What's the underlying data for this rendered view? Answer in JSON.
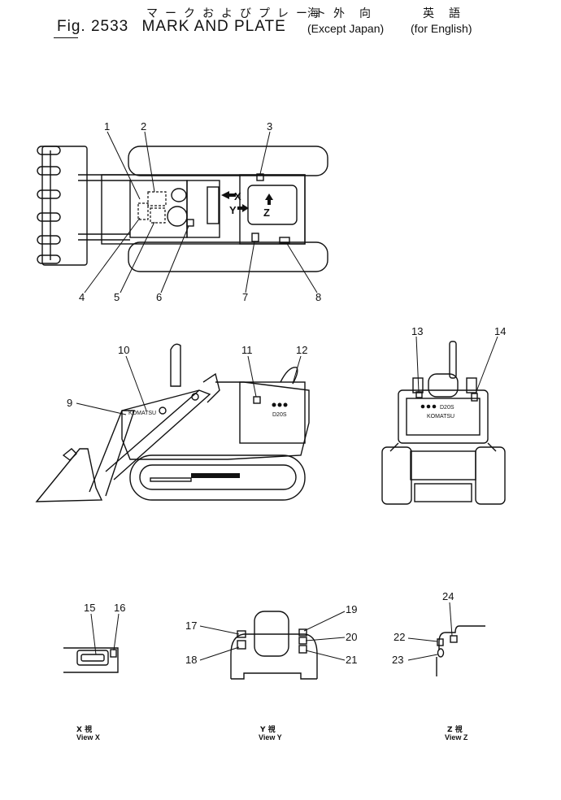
{
  "header": {
    "jp_title": "マークおよびプレート",
    "fig_label": "Fig. 2533",
    "title": "MARK AND PLATE",
    "jp_region": "海外向",
    "region": "Except Japan",
    "jp_language": "英語",
    "language": "for English"
  },
  "plates": {
    "model": "D20S",
    "brand": "KOMATSU"
  },
  "arrows": {
    "x": "X",
    "y": "Y",
    "z": "Z"
  },
  "callouts": [
    "1",
    "2",
    "3",
    "4",
    "5",
    "6",
    "7",
    "8",
    "9",
    "10",
    "11",
    "12",
    "13",
    "14",
    "15",
    "16",
    "17",
    "18",
    "19",
    "20",
    "21",
    "22",
    "23",
    "24"
  ],
  "views": {
    "x_jp": "X 視",
    "x": "View  X",
    "y_jp": "Y 視",
    "y": "View  Y",
    "z_jp": "Z 視",
    "z": "View  Z"
  }
}
